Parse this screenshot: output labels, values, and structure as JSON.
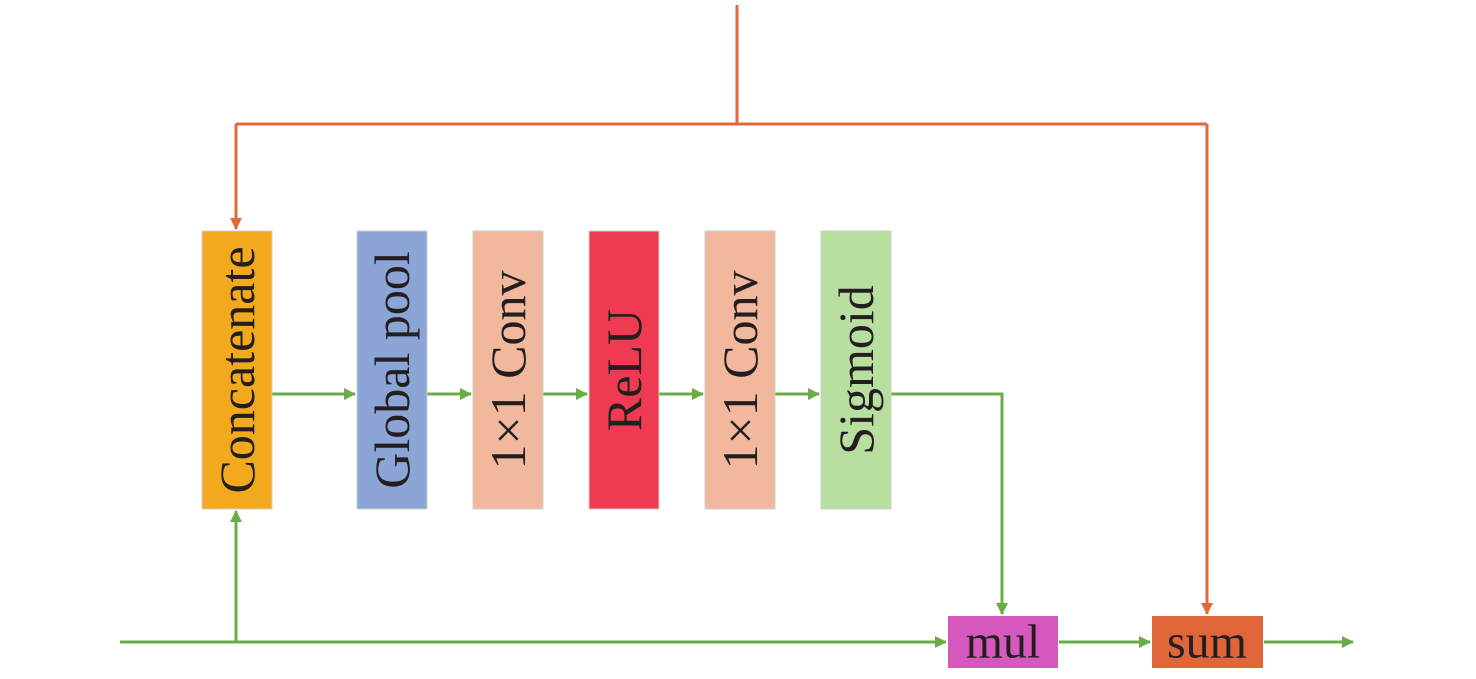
{
  "colors": {
    "green_line": "#6aad46",
    "orange_line": "#e06a3a",
    "concatenate": "#f2a91e",
    "global_pool": "#8aa5d6",
    "conv": "#f2b89e",
    "relu": "#ee3b52",
    "sigmoid": "#b8df9f",
    "mul": "#d657be",
    "sum": "#e0663a"
  },
  "blocks": {
    "concatenate": "Concatenate",
    "global_pool": "Global pool",
    "conv1": "1×1 Conv",
    "relu": "ReLU",
    "conv2": "1×1 Conv",
    "sigmoid": "Sigmoid"
  },
  "ops": {
    "mul": "mul",
    "sum": "sum"
  }
}
